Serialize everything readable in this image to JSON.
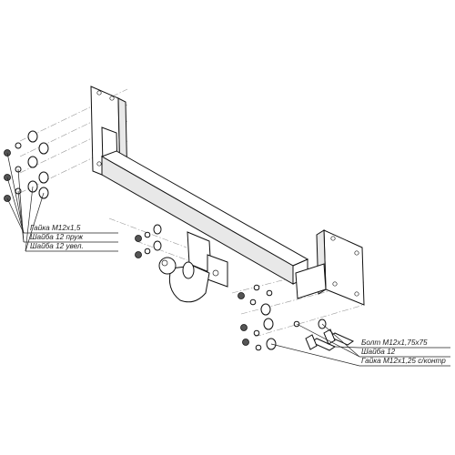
{
  "labels": {
    "left": [
      "Гайка М12х1,5",
      "Шайба 12 пруж",
      "Шайба 12 увел."
    ],
    "right": [
      "Болт М12х1,75х75",
      "Шайба 12",
      "Гайка М12х1,25 с/контр"
    ]
  }
}
